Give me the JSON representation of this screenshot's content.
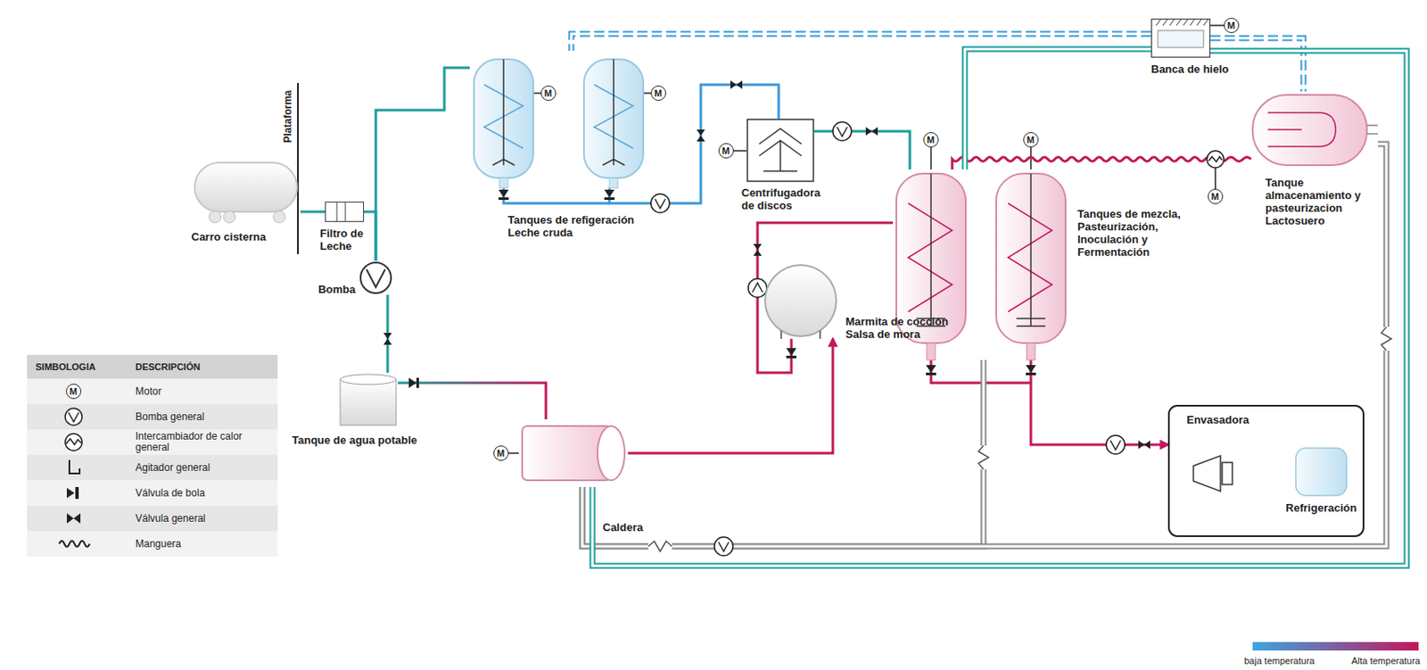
{
  "diagram": {
    "nodes": [
      {
        "text": [
          "Carro cisterna"
        ]
      },
      {
        "text": [
          "Filtro de Leche"
        ]
      },
      {
        "text": [
          "Bomba"
        ]
      },
      {
        "text": [
          "Tanque de agua potable"
        ]
      },
      {
        "text": [
          "Caldera"
        ]
      },
      {
        "text": [
          "Tanques de refigeración Leche cruda"
        ]
      },
      {
        "text": [
          "Centrifugadora de discos"
        ]
      },
      {
        "text": [
          "Tanques de mezcla, Pasteurización, Inoculación y Fermentación"
        ]
      },
      {
        "text": [
          "Marmita de cocción Salsa de mora"
        ]
      },
      {
        "text": [
          "Banca de hielo"
        ]
      },
      {
        "text": [
          "Tanque almacenamiento y pasteurizacion Lactosuero"
        ]
      },
      {
        "text": [
          "Envasadora"
        ]
      },
      {
        "text": [
          "Refrigeración"
        ],
        "in": 11
      }
    ],
    "edges": [
      {
        "from": 0,
        "to": 1,
        "arrow": "none"
      },
      {
        "from": 1,
        "to": 2,
        "arrow": "none"
      },
      {
        "from": 2,
        "to": 5,
        "arrow": "none"
      },
      {
        "from": 3,
        "to": 2,
        "arrow": "none"
      },
      {
        "from": 3,
        "to": 4,
        "arrow": "none"
      },
      {
        "from": 5,
        "to": 6,
        "arrow": "none"
      },
      {
        "from": 6,
        "to": 7,
        "arrow": "none"
      },
      {
        "from": 8,
        "to": 7,
        "arrow": "none"
      },
      {
        "from": 7,
        "to": 10,
        "arrow": "none"
      },
      {
        "from": 7,
        "to": 11,
        "arrow": "to"
      },
      {
        "from": 9,
        "to": 5,
        "arrow": "none"
      },
      {
        "from": 9,
        "to": 10,
        "arrow": "none"
      },
      {
        "from": 9,
        "to": 7,
        "arrow": "none"
      },
      {
        "from": 4,
        "to": 7,
        "arrow": "none"
      },
      {
        "from": 4,
        "to": 10,
        "arrow": "none"
      },
      {
        "from": 4,
        "to": 8,
        "arrow": "to"
      },
      {
        "from": 9,
        "to": 4,
        "arrow": "none"
      }
    ],
    "labels": [
      "Plataforma",
      "M",
      "M",
      "M",
      "M",
      "M",
      "M",
      "M",
      "M",
      "SIMBOLOGIA",
      "DESCRIPCIÓN",
      "M"
    ],
    "legend": [
      {
        "text": "Motor"
      },
      {
        "text": "Bomba general"
      },
      {
        "text": "Intercambiador de calor general"
      },
      {
        "text": "Agitador general"
      },
      {
        "text": "Válvula de bola"
      },
      {
        "text": "Válvula general"
      },
      {
        "text": "Manguera"
      },
      {
        "text": "baja temperatura",
        "color": "#3aa6e0"
      },
      {
        "text": "Alta temperatura",
        "color": "#c2185b"
      }
    ]
  }
}
